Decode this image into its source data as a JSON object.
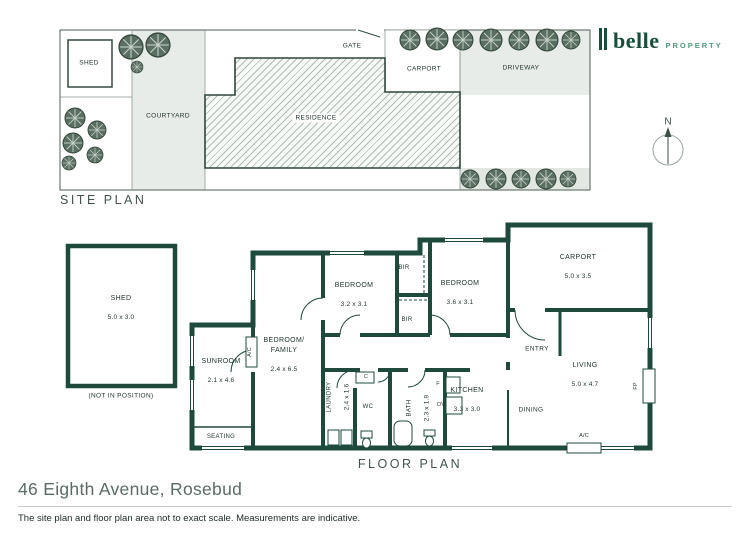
{
  "logo": {
    "name": "belle",
    "tagline": "PROPERTY"
  },
  "site_plan": {
    "title": "SITE PLAN",
    "shed": "SHED",
    "gate": "GATE",
    "carport": "CARPORT",
    "driveway": "DRIVEWAY",
    "courtyard": "COURTYARD",
    "residence": "RESIDENCE"
  },
  "north": {
    "label": "N"
  },
  "floor_plan": {
    "title": "FLOOR PLAN",
    "shed": {
      "name": "SHED",
      "dims": "5.0 x 3.0",
      "note": "(NOT IN POSITION)"
    },
    "sunroom": {
      "name": "SUNROOM",
      "dims": "2.1 x 4.6"
    },
    "bedroom_family": {
      "name": "BEDROOM/\nFAMILY",
      "dims": "2.4 x 6.5"
    },
    "bedroom1": {
      "name": "BEDROOM",
      "dims": "3.2 x 3.1"
    },
    "bedroom2": {
      "name": "BEDROOM",
      "dims": "3.6 x 3.1"
    },
    "carport": {
      "name": "CARPORT",
      "dims": "5.0 x 3.5"
    },
    "living": {
      "name": "LIVING",
      "dims": "5.0 x 4.7"
    },
    "kitchen": {
      "name": "KITCHEN",
      "dims": "3.3 x 3.0"
    },
    "laundry": {
      "name": "LAUNDRY",
      "dims": "2.4 x 1.6"
    },
    "bath": {
      "name": "BATH",
      "dims": "2.3 x 1.9"
    },
    "bir_top": "BIR",
    "bir_mid": "BIR",
    "entry": "ENTRY",
    "wc": "WC",
    "dining": "DINING",
    "seating": "SEATING",
    "ac_wall": "A/C",
    "ac_bottom": "A/C",
    "fp": "FP",
    "c": "C",
    "f": "F",
    "ov": "OV"
  },
  "address": "46 Eighth Avenue, Rosebud",
  "disclaimer": "The site plan and floor plan area not to exact scale. Measurements are indicative."
}
